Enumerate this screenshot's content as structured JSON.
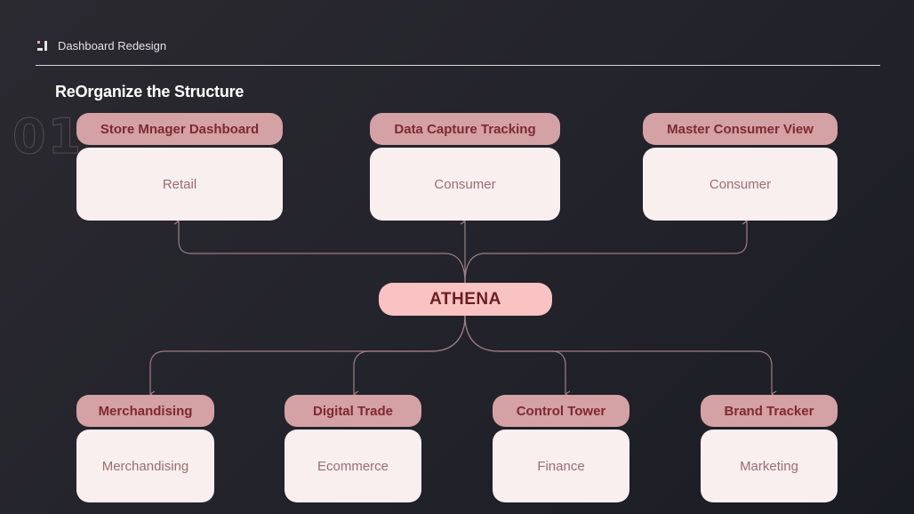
{
  "header": {
    "title": "Dashboard Redesign"
  },
  "slide": {
    "title": "ReOrganize the Structure",
    "section_number": "01"
  },
  "hub": {
    "label": "ATHENA"
  },
  "top_nodes": [
    {
      "header": "Store Mnager Dashboard",
      "body": "Retail"
    },
    {
      "header": "Data Capture Tracking",
      "body": "Consumer"
    },
    {
      "header": "Master Consumer View",
      "body": "Consumer"
    }
  ],
  "bottom_nodes": [
    {
      "header": "Merchandising",
      "body": "Merchandising"
    },
    {
      "header": "Digital Trade",
      "body": "Ecommerce"
    },
    {
      "header": "Control Tower",
      "body": "Finance"
    },
    {
      "header": "Brand Tracker",
      "body": "Marketing"
    }
  ],
  "colors": {
    "node_header_bg": "#d4a1a5",
    "node_header_text": "#7e2930",
    "node_body_bg": "#f9efef",
    "node_body_text": "#9b6d71",
    "hub_bg": "#f9c3c3",
    "hub_text": "#6b1e24",
    "connector": "#a07e84"
  }
}
